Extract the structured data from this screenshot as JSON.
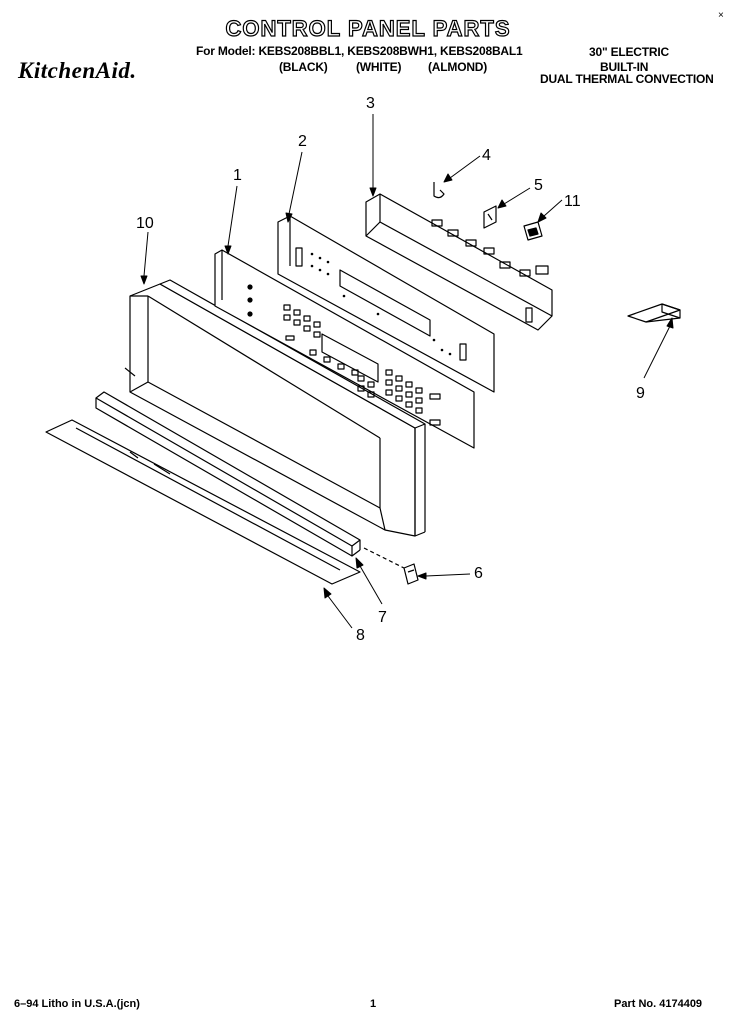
{
  "header": {
    "title": "CONTROL PANEL PARTS",
    "for_model": "For Model: KEBS208BBL1, KEBS208BWH1, KEBS208BAL1",
    "color_black": "(BLACK)",
    "color_white": "(WHITE)",
    "color_almond": "(ALMOND)",
    "spec_line1": "30\" ELECTRIC",
    "spec_line2": "BUILT-IN",
    "spec_line3": "DUAL THERMAL CONVECTION",
    "brand": "KitchenAid.",
    "corner_mark": "×"
  },
  "callouts": {
    "c1": "1",
    "c2": "2",
    "c3": "3",
    "c4": "4",
    "c5": "5",
    "c6": "6",
    "c7": "7",
    "c8": "8",
    "c9": "9",
    "c10": "10",
    "c11": "11"
  },
  "footer": {
    "litho": "6–94 Litho in U.S.A.(jcn)",
    "page_number": "1",
    "part_number": "Part No. 4174409"
  }
}
